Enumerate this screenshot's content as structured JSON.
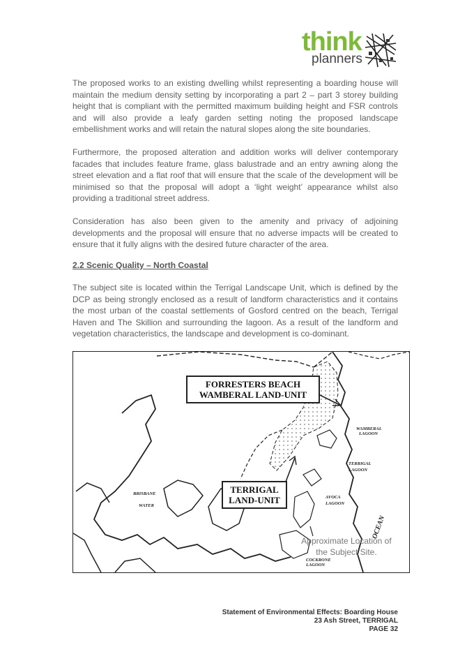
{
  "logo": {
    "brand_top": "think",
    "brand_bottom": "planners"
  },
  "body": {
    "paragraph_1": "The proposed works to an existing dwelling whilst representing a boarding house will maintain the medium density setting by incorporating a part 2 – part 3 storey building height that is compliant with the permitted maximum building height and FSR controls and will also provide a leafy garden setting noting the proposed landscape embellishment works and will retain the natural slopes along the site boundaries.",
    "paragraph_2": "Furthermore, the proposed alteration and addition works will deliver contemporary facades that includes feature frame, glass balustrade and  an entry awning along the street elevation and a flat roof that will ensure that the scale of the development will be minimised so that the proposal will adopt a ‘light weight’ appearance whilst also providing a traditional street address.",
    "paragraph_3": "Consideration has also been given to the amenity and privacy of adjoining developments and the proposal will ensure that no adverse impacts will be created to ensure that it fully aligns with the desired future character of the area.",
    "section_heading": "2.2 Scenic Quality – North Coastal",
    "paragraph_4": "The subject site is located within the Terrigal Landscape Unit, which is defined by the DCP as being strongly enclosed as a result of landform characteristics and it contains the most urban of the coastal settlements of Gosford centred on the beach, Terrigal Haven and The Skillion and surrounding the lagoon. As a result of the landform and vegetation characteristics, the landscape and development is co-dominant."
  },
  "map": {
    "unit_label_1_line1": "FORRESTERS BEACH",
    "unit_label_1_line2": "WAMBERAL LAND-UNIT",
    "unit_label_2_line1": "TERRIGAL",
    "unit_label_2_line2": "LAND-UNIT",
    "brisbane_water_line1": "BRISBANE",
    "brisbane_water_line2": "WATER",
    "wamberal_lagoon_line1": "WAMBERAL",
    "wamberal_lagoon_line2": "LAGOON",
    "terrigal_lagoon_line1": "TERRIGAL",
    "terrigal_lagoon_line2": "LAGOON",
    "avoca_lagoon_line1": "AVOCA",
    "avoca_lagoon_line2": "LAGOON",
    "cockrone_lagoon_line1": "COCKRONE",
    "cockrone_lagoon_line2": "LAGOON",
    "ocean_label": "OCEAN",
    "subject_caption_line1": "Approximate Location of",
    "subject_caption_line2": "the Subject Site."
  },
  "footer": {
    "line1": "Statement of Environmental Effects: Boarding House",
    "line2": "23 Ash Street, TERRIGAL",
    "line3": "PAGE 32"
  }
}
